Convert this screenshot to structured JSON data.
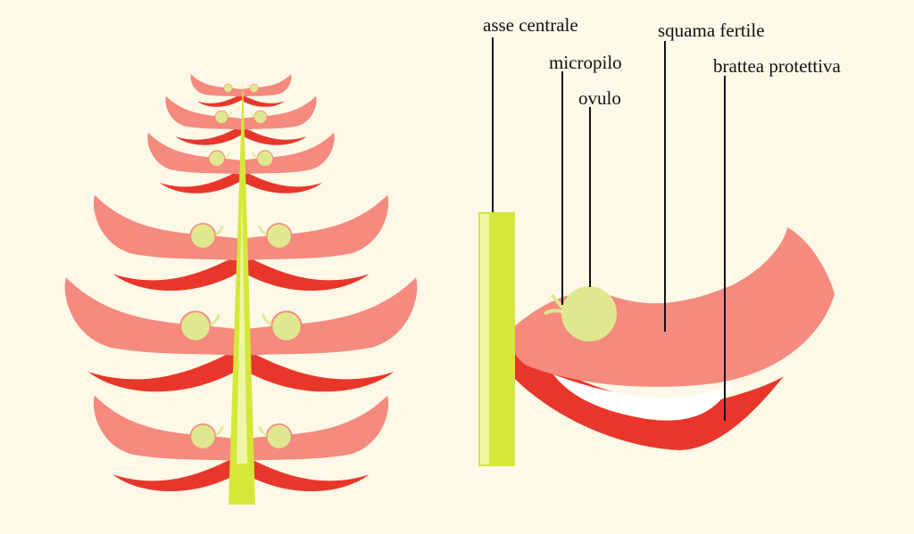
{
  "labels": {
    "axis": "asse centrale",
    "micropyle": "micropilo",
    "ovule": "ovulo",
    "fertile_scale": "squama fertile",
    "bract": "brattea protettiva"
  },
  "colors": {
    "background": "#fdf8e8",
    "axis": "#d3e838",
    "axis_light": "#eef6a6",
    "scale": "#f58a7e",
    "bract": "#e8372a",
    "ovule": "#dfe88e"
  }
}
